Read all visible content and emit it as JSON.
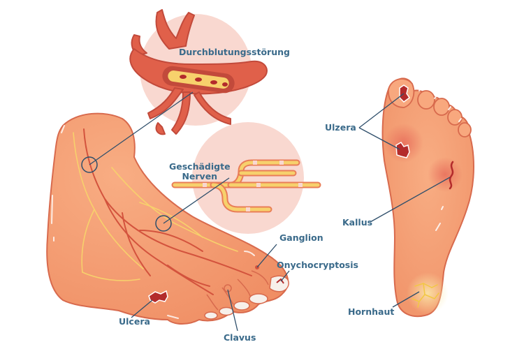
{
  "labels": {
    "durchblutung": "Durchblutungsstörung",
    "nerven_line1": "Geschädigte",
    "nerven_line2": "Nerven",
    "ganglion": "Ganglion",
    "onychocryptosis": "Onychocryptosis",
    "ulcera_left": "Ulcera",
    "clavus": "Clavus",
    "ulcera_right": "Ulzera",
    "kallus": "Kallus",
    "hornhaut": "Hornhaut"
  },
  "colors": {
    "skin": "#f5a074",
    "skin_dark": "#e97d57",
    "outline": "#d86a4d",
    "vein": "#d3533d",
    "nerve": "#f7d16c",
    "bubble": "#f9d8d0",
    "vessel": "#e0604a",
    "label": "#3a6a8a",
    "wound": "#b32b2b"
  }
}
